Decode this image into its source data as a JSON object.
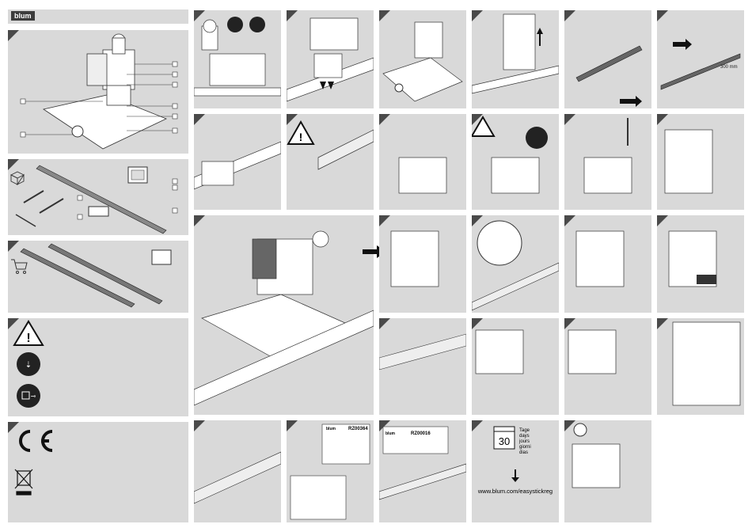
{
  "brand": "blum",
  "step_days_number": "30",
  "step_days_words": [
    "Tage",
    "days",
    "jours",
    "giorni",
    "dias"
  ],
  "url": "www.blum.com/easystickreg",
  "labels": {
    "label_1_code": "RZ00364",
    "label_2_code": "RZ00016",
    "label_3_code": "RZ00016",
    "dim_text": "300 mm"
  },
  "icons": [
    "warning-icon",
    "disconnect-power-icon",
    "unplug-icon",
    "ce-mark-icon",
    "weee-bin-icon",
    "box-contents-icon",
    "shopping-cart-icon",
    "arrow-right-icon",
    "arrow-down-icon"
  ]
}
